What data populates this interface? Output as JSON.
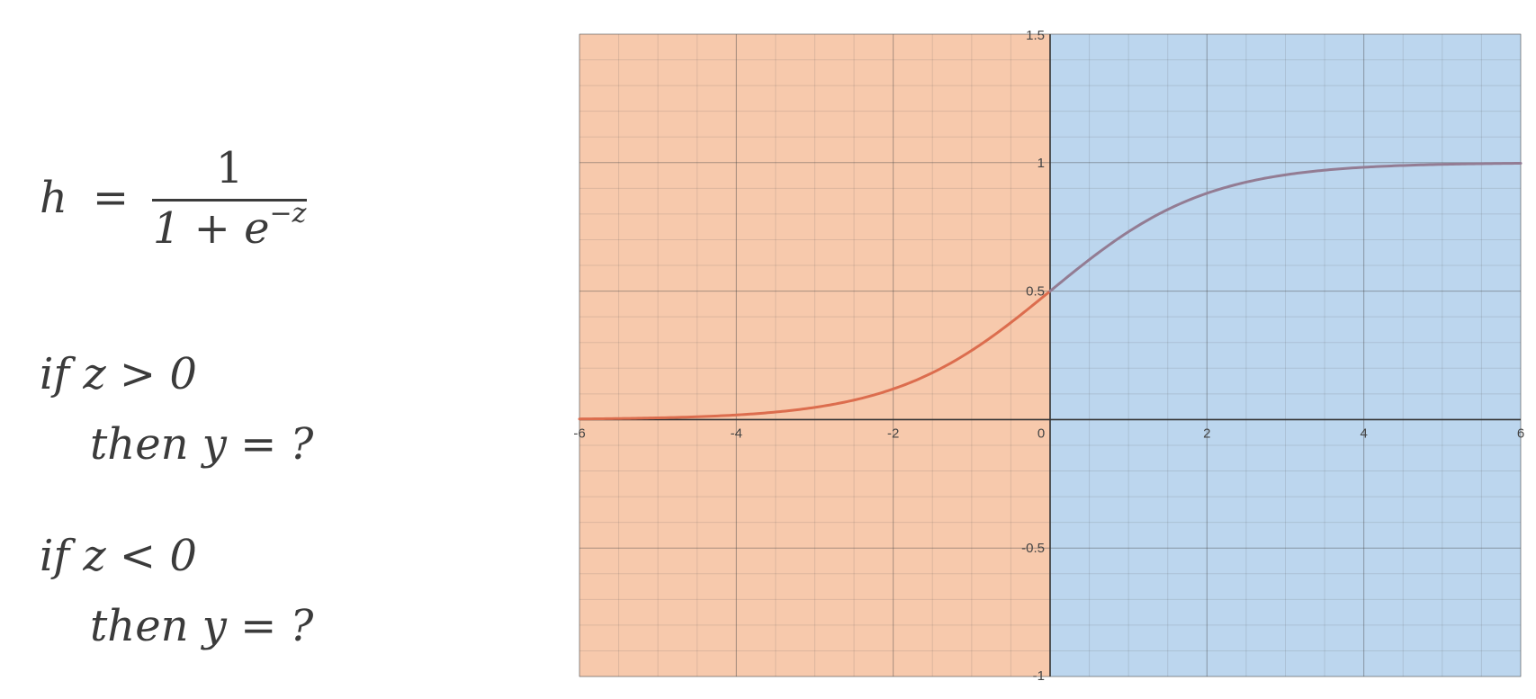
{
  "formula": {
    "lhs": "h",
    "equals": "=",
    "numerator": "1",
    "denominator_base": "1 + e",
    "denominator_exponent": "−z"
  },
  "conditions": [
    {
      "if_text": "if z > 0",
      "then_text": "then y = ?"
    },
    {
      "if_text": "if z < 0",
      "then_text": "then y = ?"
    }
  ],
  "chart_data": {
    "type": "line",
    "function": "sigmoid",
    "x": [
      -6,
      -5,
      -4,
      -3,
      -2,
      -1.5,
      -1,
      -0.5,
      0,
      0.5,
      1,
      1.5,
      2,
      3,
      4,
      5,
      6
    ],
    "y": [
      0.0025,
      0.0067,
      0.018,
      0.047,
      0.119,
      0.182,
      0.269,
      0.378,
      0.5,
      0.622,
      0.731,
      0.818,
      0.881,
      0.953,
      0.982,
      0.993,
      0.9975
    ],
    "xlim": [
      -6,
      6
    ],
    "ylim": [
      -1,
      1.5
    ],
    "x_ticks": [
      "-6",
      "-4",
      "-2",
      "0",
      "2",
      "4",
      "6"
    ],
    "y_ticks": [
      "1.5",
      "1",
      "0.5",
      "-0.5",
      "-1"
    ],
    "regions": [
      {
        "name": "z < 0",
        "x_range": [
          -6,
          0
        ],
        "fill_color": "#f7c9ac"
      },
      {
        "name": "z > 0",
        "x_range": [
          0,
          6
        ],
        "fill_color": "#bcd6ee"
      }
    ],
    "series": [
      {
        "x_range": [
          -6,
          0
        ],
        "color": "#dc6d4e"
      },
      {
        "x_range": [
          0,
          6
        ],
        "color": "#937c93"
      }
    ],
    "grid": true,
    "axis_color": "#333333"
  }
}
